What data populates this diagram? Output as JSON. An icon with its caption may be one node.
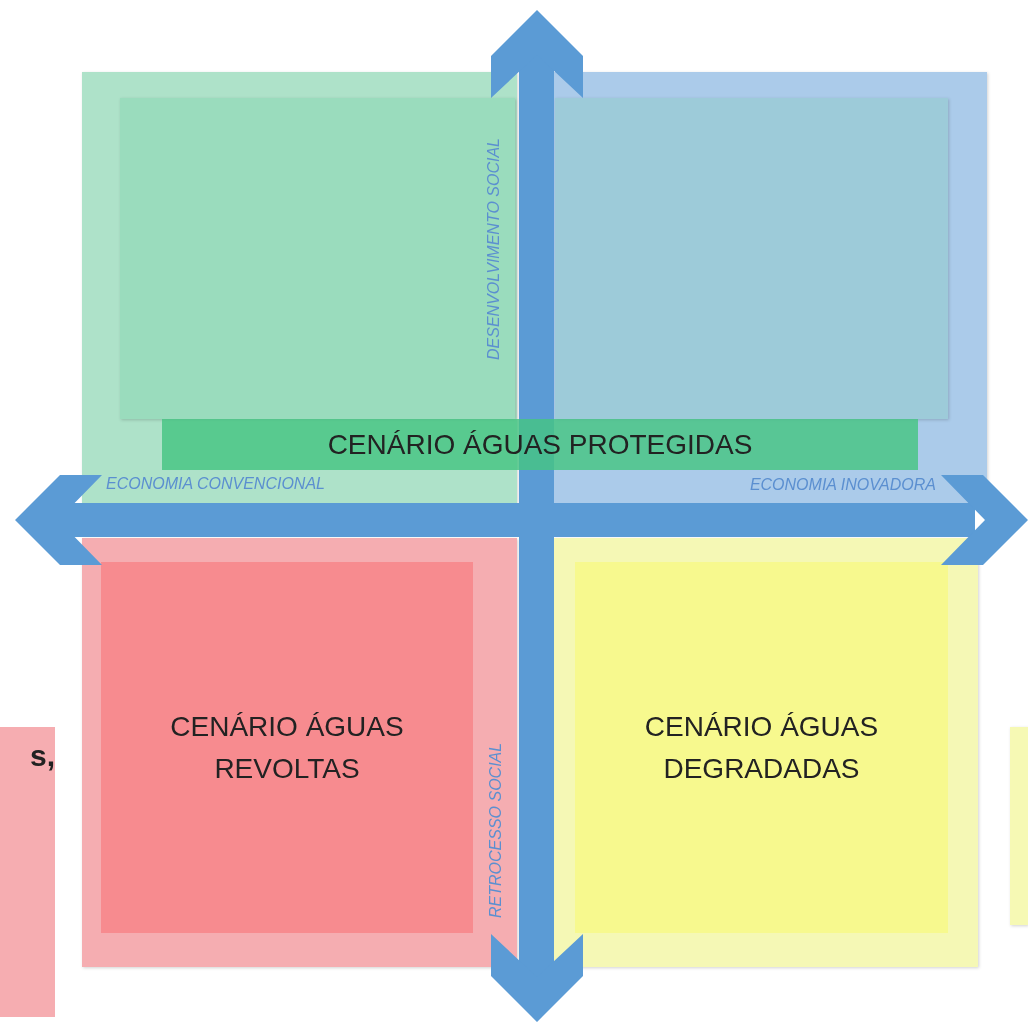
{
  "diagram": {
    "nodes": [
      {
        "text": [],
        "shape": "box"
      },
      {
        "text": [],
        "shape": "box",
        "in": 0
      },
      {
        "text": [],
        "shape": "box"
      },
      {
        "text": [],
        "shape": "box",
        "in": 2
      },
      {
        "text": [
          "CENÁRIO ÁGUAS PROTEGIDAS"
        ]
      },
      {
        "text": [],
        "shape": "box"
      },
      {
        "text": [
          "CENÁRIO ÁGUAS REVOLTAS"
        ],
        "in": 5
      },
      {
        "text": [],
        "shape": "box"
      },
      {
        "text": [
          "CENÁRIO ÁGUAS DEGRADADAS"
        ],
        "in": 7
      },
      {
        "text": [
          "s,"
        ]
      },
      {
        "text": [],
        "shape": "box"
      }
    ],
    "labels": [
      "DESENVOLVIMENTO SOCIAL",
      "ECONOMIA CONVENCIONAL",
      "ECONOMIA INOVADORA",
      "RETROCESSO SOCIAL"
    ]
  }
}
